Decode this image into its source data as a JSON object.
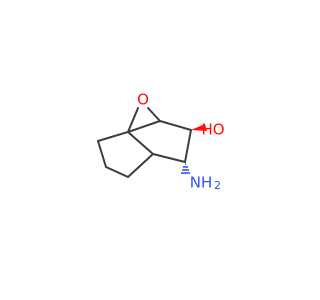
{
  "molecule": {
    "labels": {
      "oxygen_bridge": "O",
      "hydroxyl": "HO",
      "amine": "NH",
      "amine_subscript": "2"
    },
    "colors": {
      "bond": "#3d3d3d",
      "oxygen": "#ff0d0d",
      "nitrogen": "#3050f8",
      "background": "#ffffff"
    }
  }
}
